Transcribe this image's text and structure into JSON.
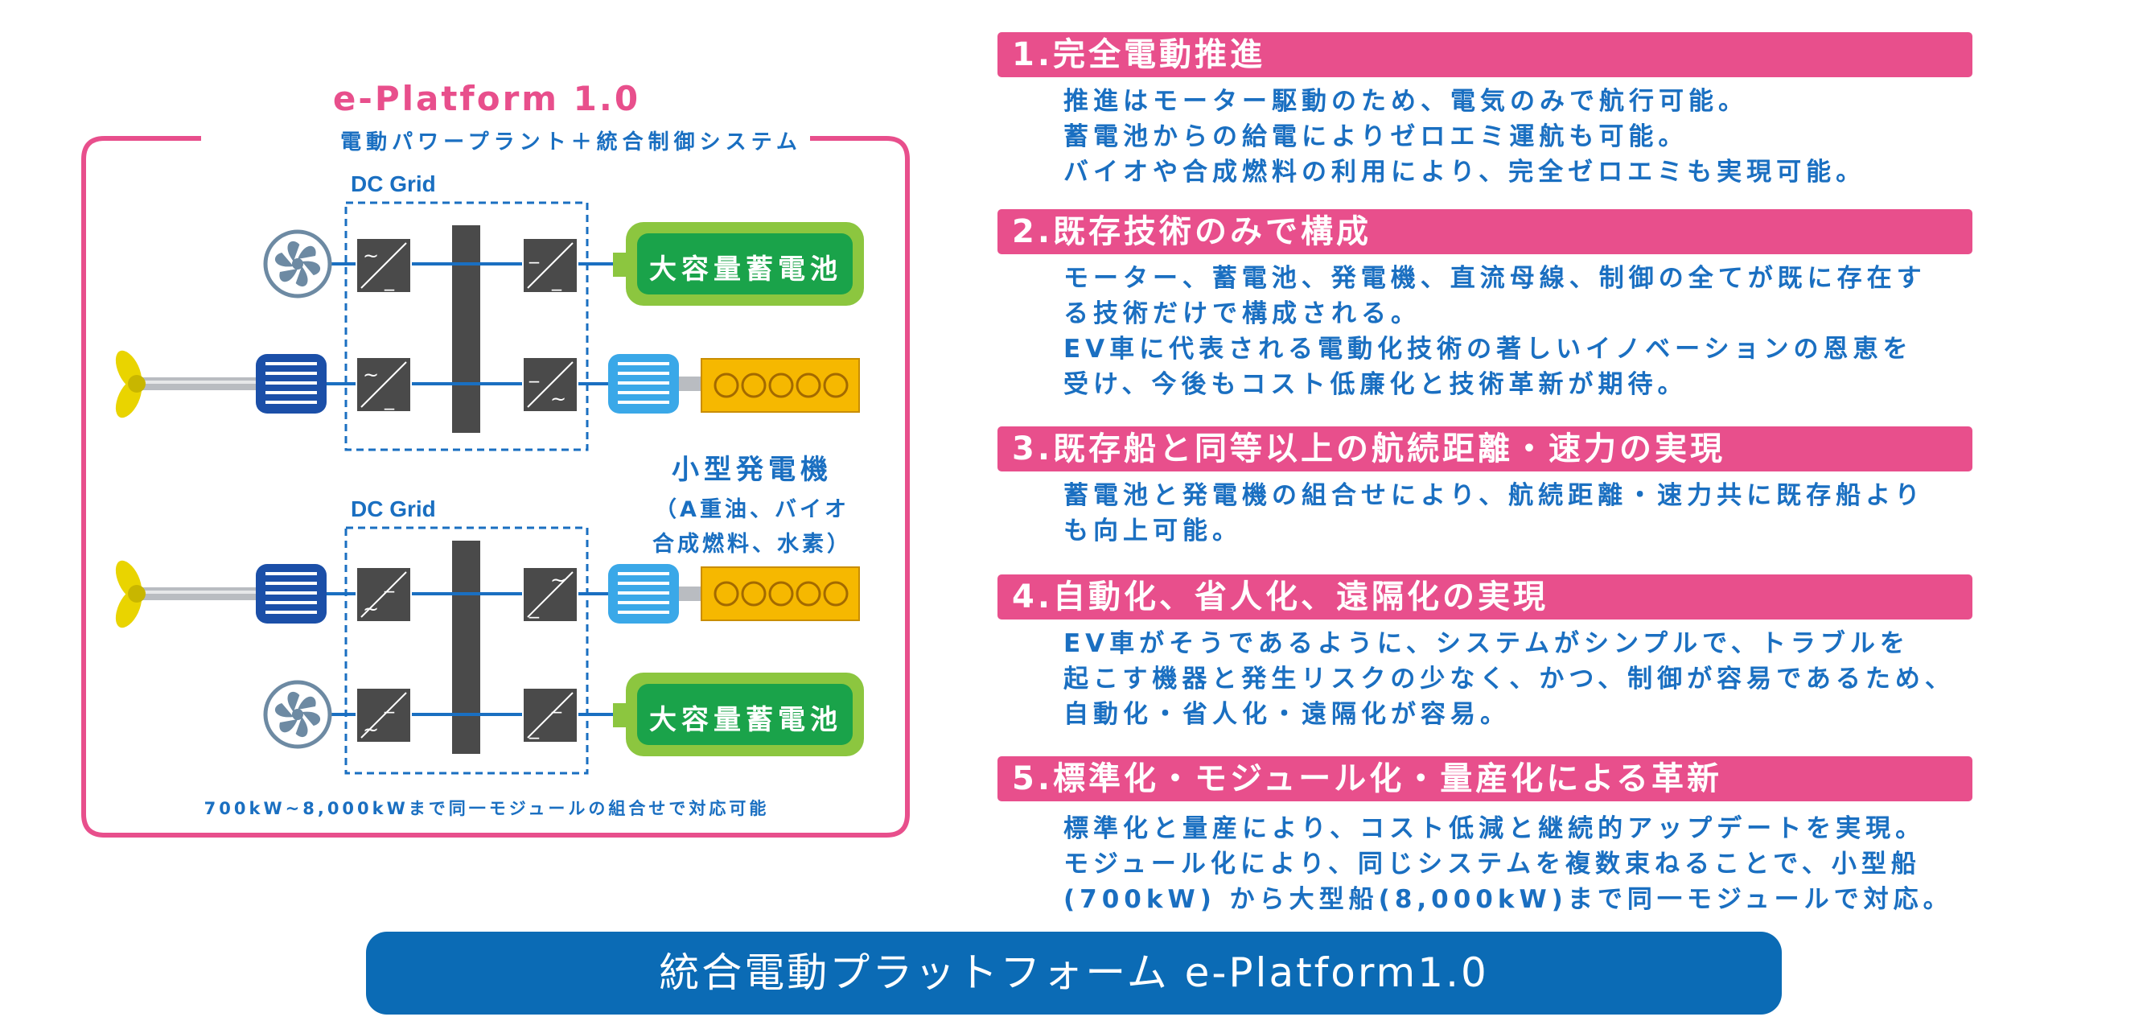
{
  "diagram": {
    "title": "e-Platform 1.0",
    "subtitle": "電動パワープラント＋統合制御システム",
    "grid_labels": [
      "DC Grid",
      "DC Grid"
    ],
    "battery_label": "大容量蓄電池",
    "generator_label": {
      "line1": "小型発電機",
      "line2": "（A重油、バイオ",
      "line3": "合成燃料、水素）"
    },
    "footer": "700kW~8,000kWまで同一モジュールの組合せで対応可能"
  },
  "sections": [
    {
      "heading": "1.完全電動推進",
      "lines": [
        "推進はモーター駆動のため、電気のみで航行可能。",
        "蓄電池からの給電によりゼロエミ運航も可能。",
        "バイオや合成燃料の利用により、完全ゼロエミも実現可能。"
      ]
    },
    {
      "heading": "2.既存技術のみで構成",
      "lines": [
        "モーター、蓄電池、発電機、直流母線、制御の全てが既に存在す",
        "る技術だけで構成される。",
        "EV車に代表される電動化技術の著しいイノベーションの恩恵を",
        "受け、今後もコスト低廉化と技術革新が期待。"
      ]
    },
    {
      "heading": "3.既存船と同等以上の航続距離・速力の実現",
      "lines": [
        "蓄電池と発電機の組合せにより、航続距離・速力共に既存船より",
        "も向上可能。"
      ]
    },
    {
      "heading": "4.自動化、省人化、遠隔化の実現",
      "lines": [
        "EV車がそうであるように、システムがシンプルで、トラブルを",
        "起こす機器と発生リスクの少なく、かつ、制御が容易であるため、",
        "自動化・省人化・遠隔化が容易。"
      ]
    },
    {
      "heading": "5.標準化・モジュール化・量産化による革新",
      "lines": [
        "標準化と量産により、コスト低減と継続的アップデートを実現。",
        "モジュール化により、同じシステムを複数束ねることで、小型船",
        "(700kW) から大型船(8,000kW)まで同一モジュールで対応。"
      ]
    }
  ],
  "banner": "統合電動プラットフォーム e-Platform1.0",
  "colors": {
    "pink": "#e84f8c",
    "blue_text": "#1a6fc1",
    "banner_blue": "#0b6bb5",
    "battery_green": "#1aa34a",
    "battery_border": "#8cc63f",
    "generator_orange": "#f6b800",
    "motor_dark_blue": "#1b4fa8",
    "motor_light_blue": "#3aa8e8",
    "busbar_gray": "#4a4a4a",
    "propeller_yellow": "#e9d400"
  }
}
